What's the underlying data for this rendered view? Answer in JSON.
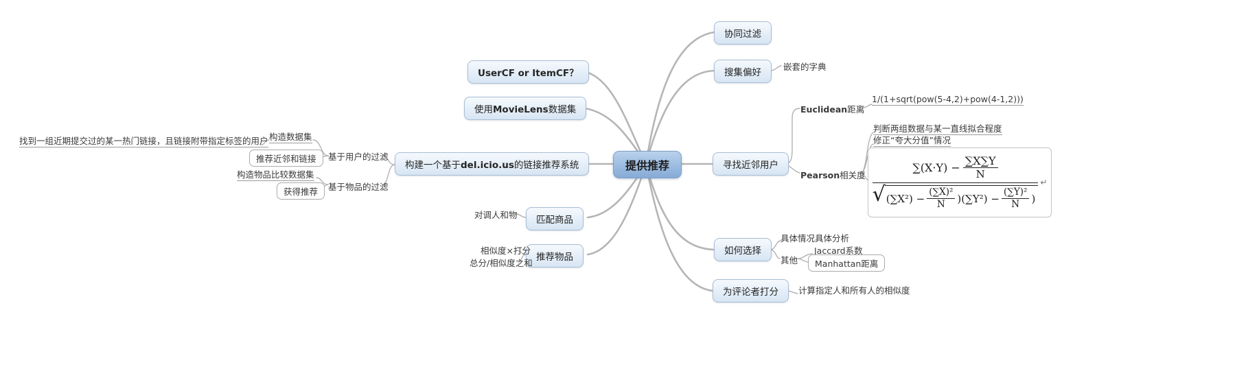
{
  "root": {
    "label": "提供推荐"
  },
  "left": {
    "system": {
      "prefix": "构建一个基于",
      "bold": "del.icio.us",
      "suffix": "的链接推荐系统"
    },
    "user_filter": {
      "label": "基于用户的过滤"
    },
    "item_filter": {
      "label": "基于物品的过滤"
    },
    "build_dataset": {
      "label": "构造数据集"
    },
    "dataset_note": {
      "label": "找到一组近期提交过的某一热门链接，且链接附带指定标签的用户"
    },
    "recommend_neighbors": {
      "label": "推荐近邻和链接"
    },
    "item_compare_dataset": {
      "label": "构造物品比较数据集"
    },
    "get_recommend": {
      "label": "获得推荐"
    },
    "usercf": {
      "label": "UserCF or ItemCF？"
    },
    "movielens": {
      "prefix": "使用",
      "bold": "MovieLens",
      "suffix": "数据集"
    },
    "match_goods": {
      "label": "匹配商品"
    },
    "swap_note": {
      "label": "对调人和物"
    },
    "recommend_items": {
      "label": "推荐物品"
    },
    "sim_times_score": {
      "label": "相似度×打分"
    },
    "total_over_sim": {
      "label": "总分/相似度之和"
    }
  },
  "right": {
    "collab_filter": {
      "label": "协同过滤"
    },
    "collect_pref": {
      "label": "搜集偏好"
    },
    "nested_dict": {
      "label": "嵌套的字典"
    },
    "find_neighbors": {
      "label": "寻找近邻用户"
    },
    "euclidean": {
      "bold": "Euclidean",
      "suffix": "距离"
    },
    "euclidean_formula": {
      "label": "1/(1+sqrt(pow(5-4,2)+pow(4-1,2)))"
    },
    "pearson": {
      "bold": "Pearson",
      "suffix": "相关度"
    },
    "pearson_note1": {
      "label": "判断两组数据与某一直线拟合程度"
    },
    "pearson_note2": {
      "label": "修正“夸大分值”情况"
    },
    "how_to_choose": {
      "label": "如何选择"
    },
    "case_by_case": {
      "label": "具体情况具体分析"
    },
    "others": {
      "label": "其他"
    },
    "jaccard": {
      "label": "Jaccard系数"
    },
    "manhattan": {
      "label": "Manhattan距离"
    },
    "score_reviewers": {
      "label": "为评论者打分"
    },
    "score_note": {
      "label": "计算指定人和所有人的相似度"
    }
  },
  "formula": {
    "numerator_text": "∑(X·Y) −",
    "numerator_frac_top": "∑X∑Y",
    "numerator_frac_bottom": "N",
    "radical": "√",
    "den_seg1": "(∑X²) −",
    "den_frac1_top": "(∑X)²",
    "den_frac1_bottom": "N",
    "den_seg2": ")(∑Y²) −",
    "den_frac2_top": "(∑Y)²",
    "den_frac2_bottom": "N",
    "den_seg3": ")",
    "return_mark": "↵"
  },
  "colors": {
    "root_gradient_top": "#bad2ec",
    "root_gradient_bottom": "#86abd7",
    "topic_gradient_top": "#f5f9fd",
    "topic_gradient_bottom": "#d7e5f3",
    "topic_border": "#a9bdd4",
    "connector_line": "#b5b5b5"
  }
}
